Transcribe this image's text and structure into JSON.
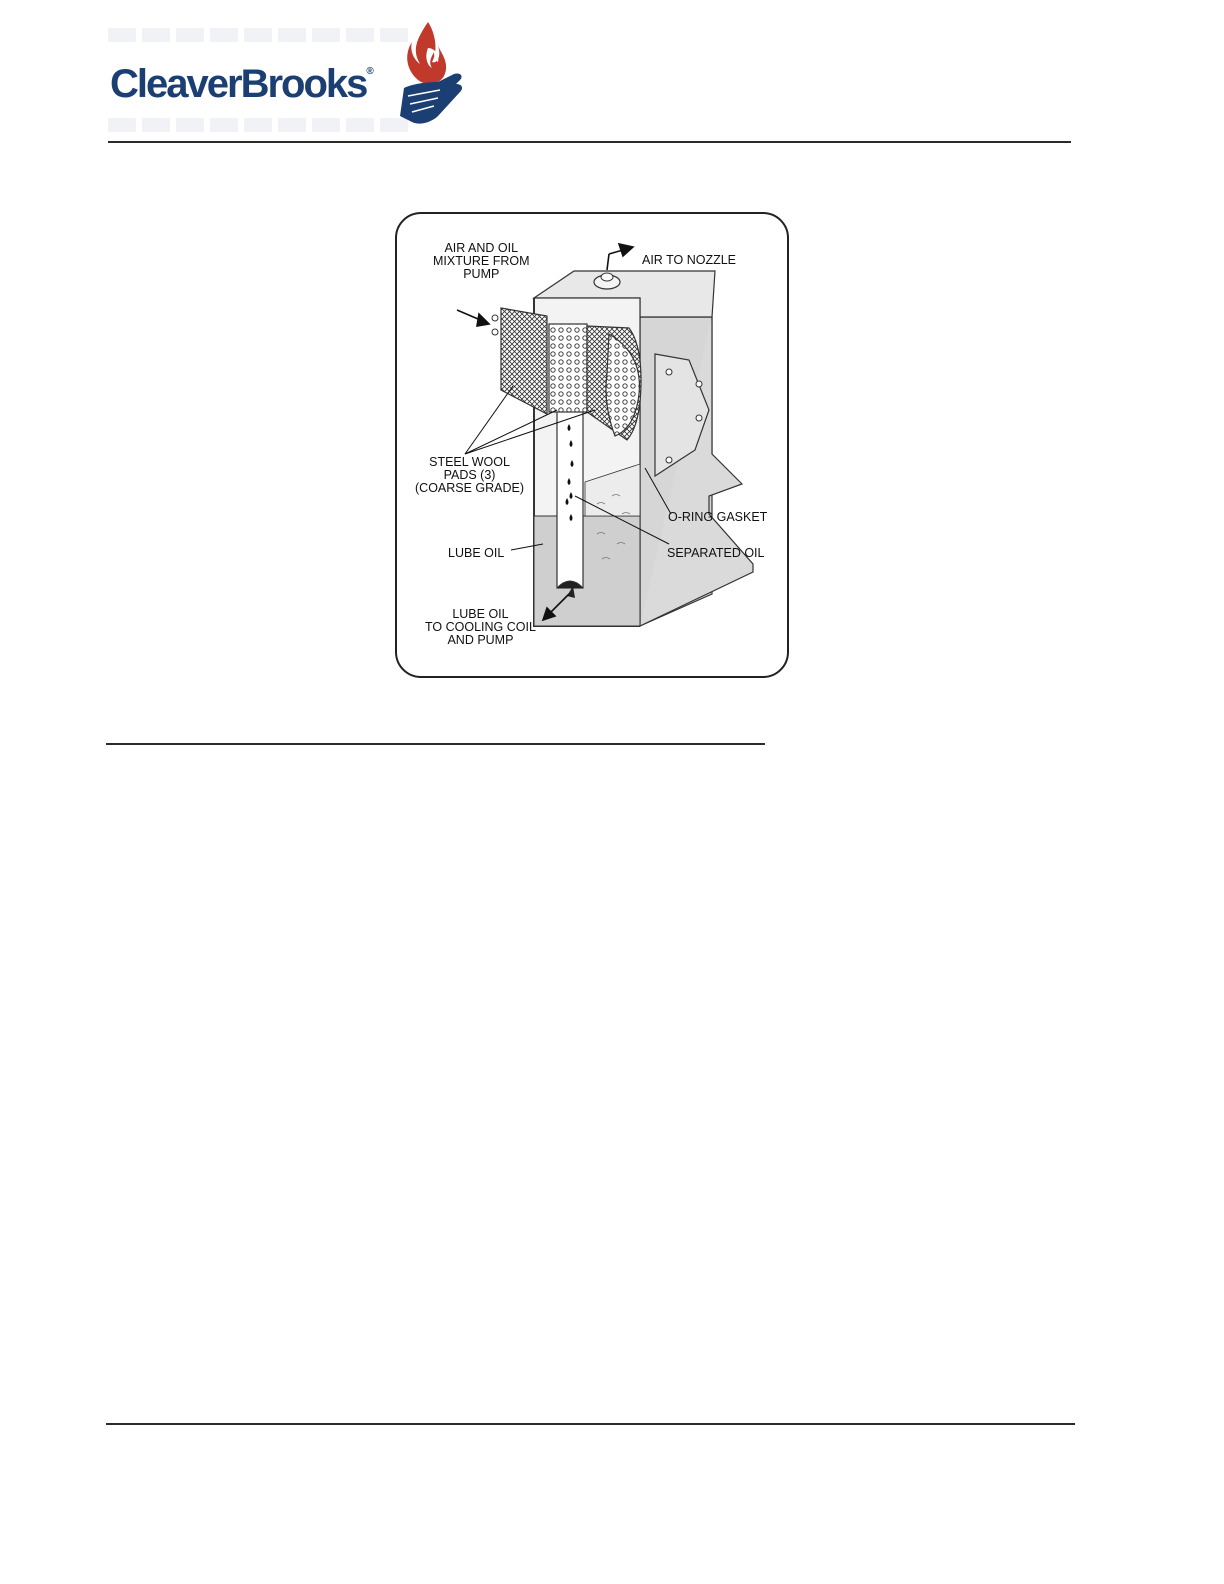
{
  "header": {
    "logo": {
      "text_cleaver": "Cleaver",
      "text_brooks": "Brooks",
      "registered_mark": "®",
      "color_primary": "#1c3f73",
      "color_flame": "#c0392b",
      "icon": "flame-hand-icon"
    }
  },
  "figure": {
    "labels": {
      "air_oil_mixture": "AIR AND OIL\nMIXTURE FROM\nPUMP",
      "air_to_nozzle": "AIR TO NOZZLE",
      "steel_wool_pads": "STEEL WOOL\nPADS (3)\n(COARSE GRADE)",
      "o_ring_gasket": "O-RING GASKET",
      "lube_oil": "LUBE OIL",
      "separated_oil": "SEPARATED OIL",
      "lube_oil_outlet": "LUBE OIL\nTO COOLING COIL\nAND PUMP"
    }
  }
}
